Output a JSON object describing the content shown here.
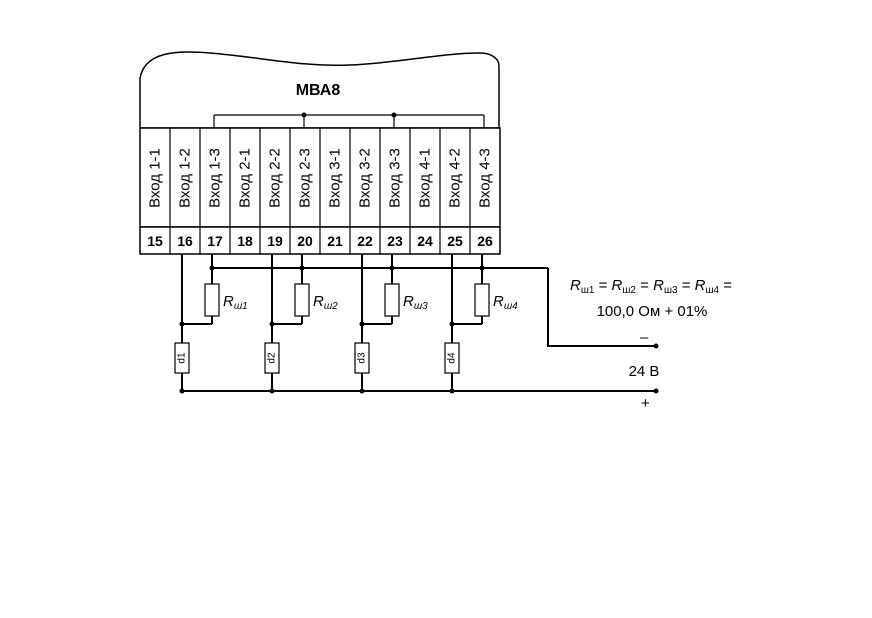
{
  "device": {
    "title": "МВА8"
  },
  "inputs": [
    {
      "label": "Вход 1-1",
      "pin": "15"
    },
    {
      "label": "Вход 1-2",
      "pin": "16"
    },
    {
      "label": "Вход 1-3",
      "pin": "17"
    },
    {
      "label": "Вход 2-1",
      "pin": "18"
    },
    {
      "label": "Вход 2-2",
      "pin": "19"
    },
    {
      "label": "Вход 2-3",
      "pin": "20"
    },
    {
      "label": "Вход 3-1",
      "pin": "21"
    },
    {
      "label": "Вход 3-2",
      "pin": "22"
    },
    {
      "label": "Вход 3-3",
      "pin": "23"
    },
    {
      "label": "Вход 4-1",
      "pin": "24"
    },
    {
      "label": "Вход 4-2",
      "pin": "25"
    },
    {
      "label": "Вход 4-3",
      "pin": "26"
    }
  ],
  "resistors": [
    {
      "label": "R",
      "sub": "ш1"
    },
    {
      "label": "R",
      "sub": "ш2"
    },
    {
      "label": "R",
      "sub": "ш3"
    },
    {
      "label": "R",
      "sub": "ш4"
    }
  ],
  "sensors": [
    {
      "label": "d1"
    },
    {
      "label": "d2"
    },
    {
      "label": "d3"
    },
    {
      "label": "d4"
    }
  ],
  "note": {
    "r1": "R",
    "s1": "ш1",
    "eq1": " = ",
    "r2": "R",
    "s2": "ш2",
    "eq2": " = ",
    "r3": "R",
    "s3": "ш3",
    "eq3": " = ",
    "r4": "R",
    "s4": "ш4",
    "eq4": " =",
    "value": "100,0 Ом + 01%"
  },
  "power": {
    "minus": "–",
    "voltage": "24 В",
    "plus": "+"
  }
}
